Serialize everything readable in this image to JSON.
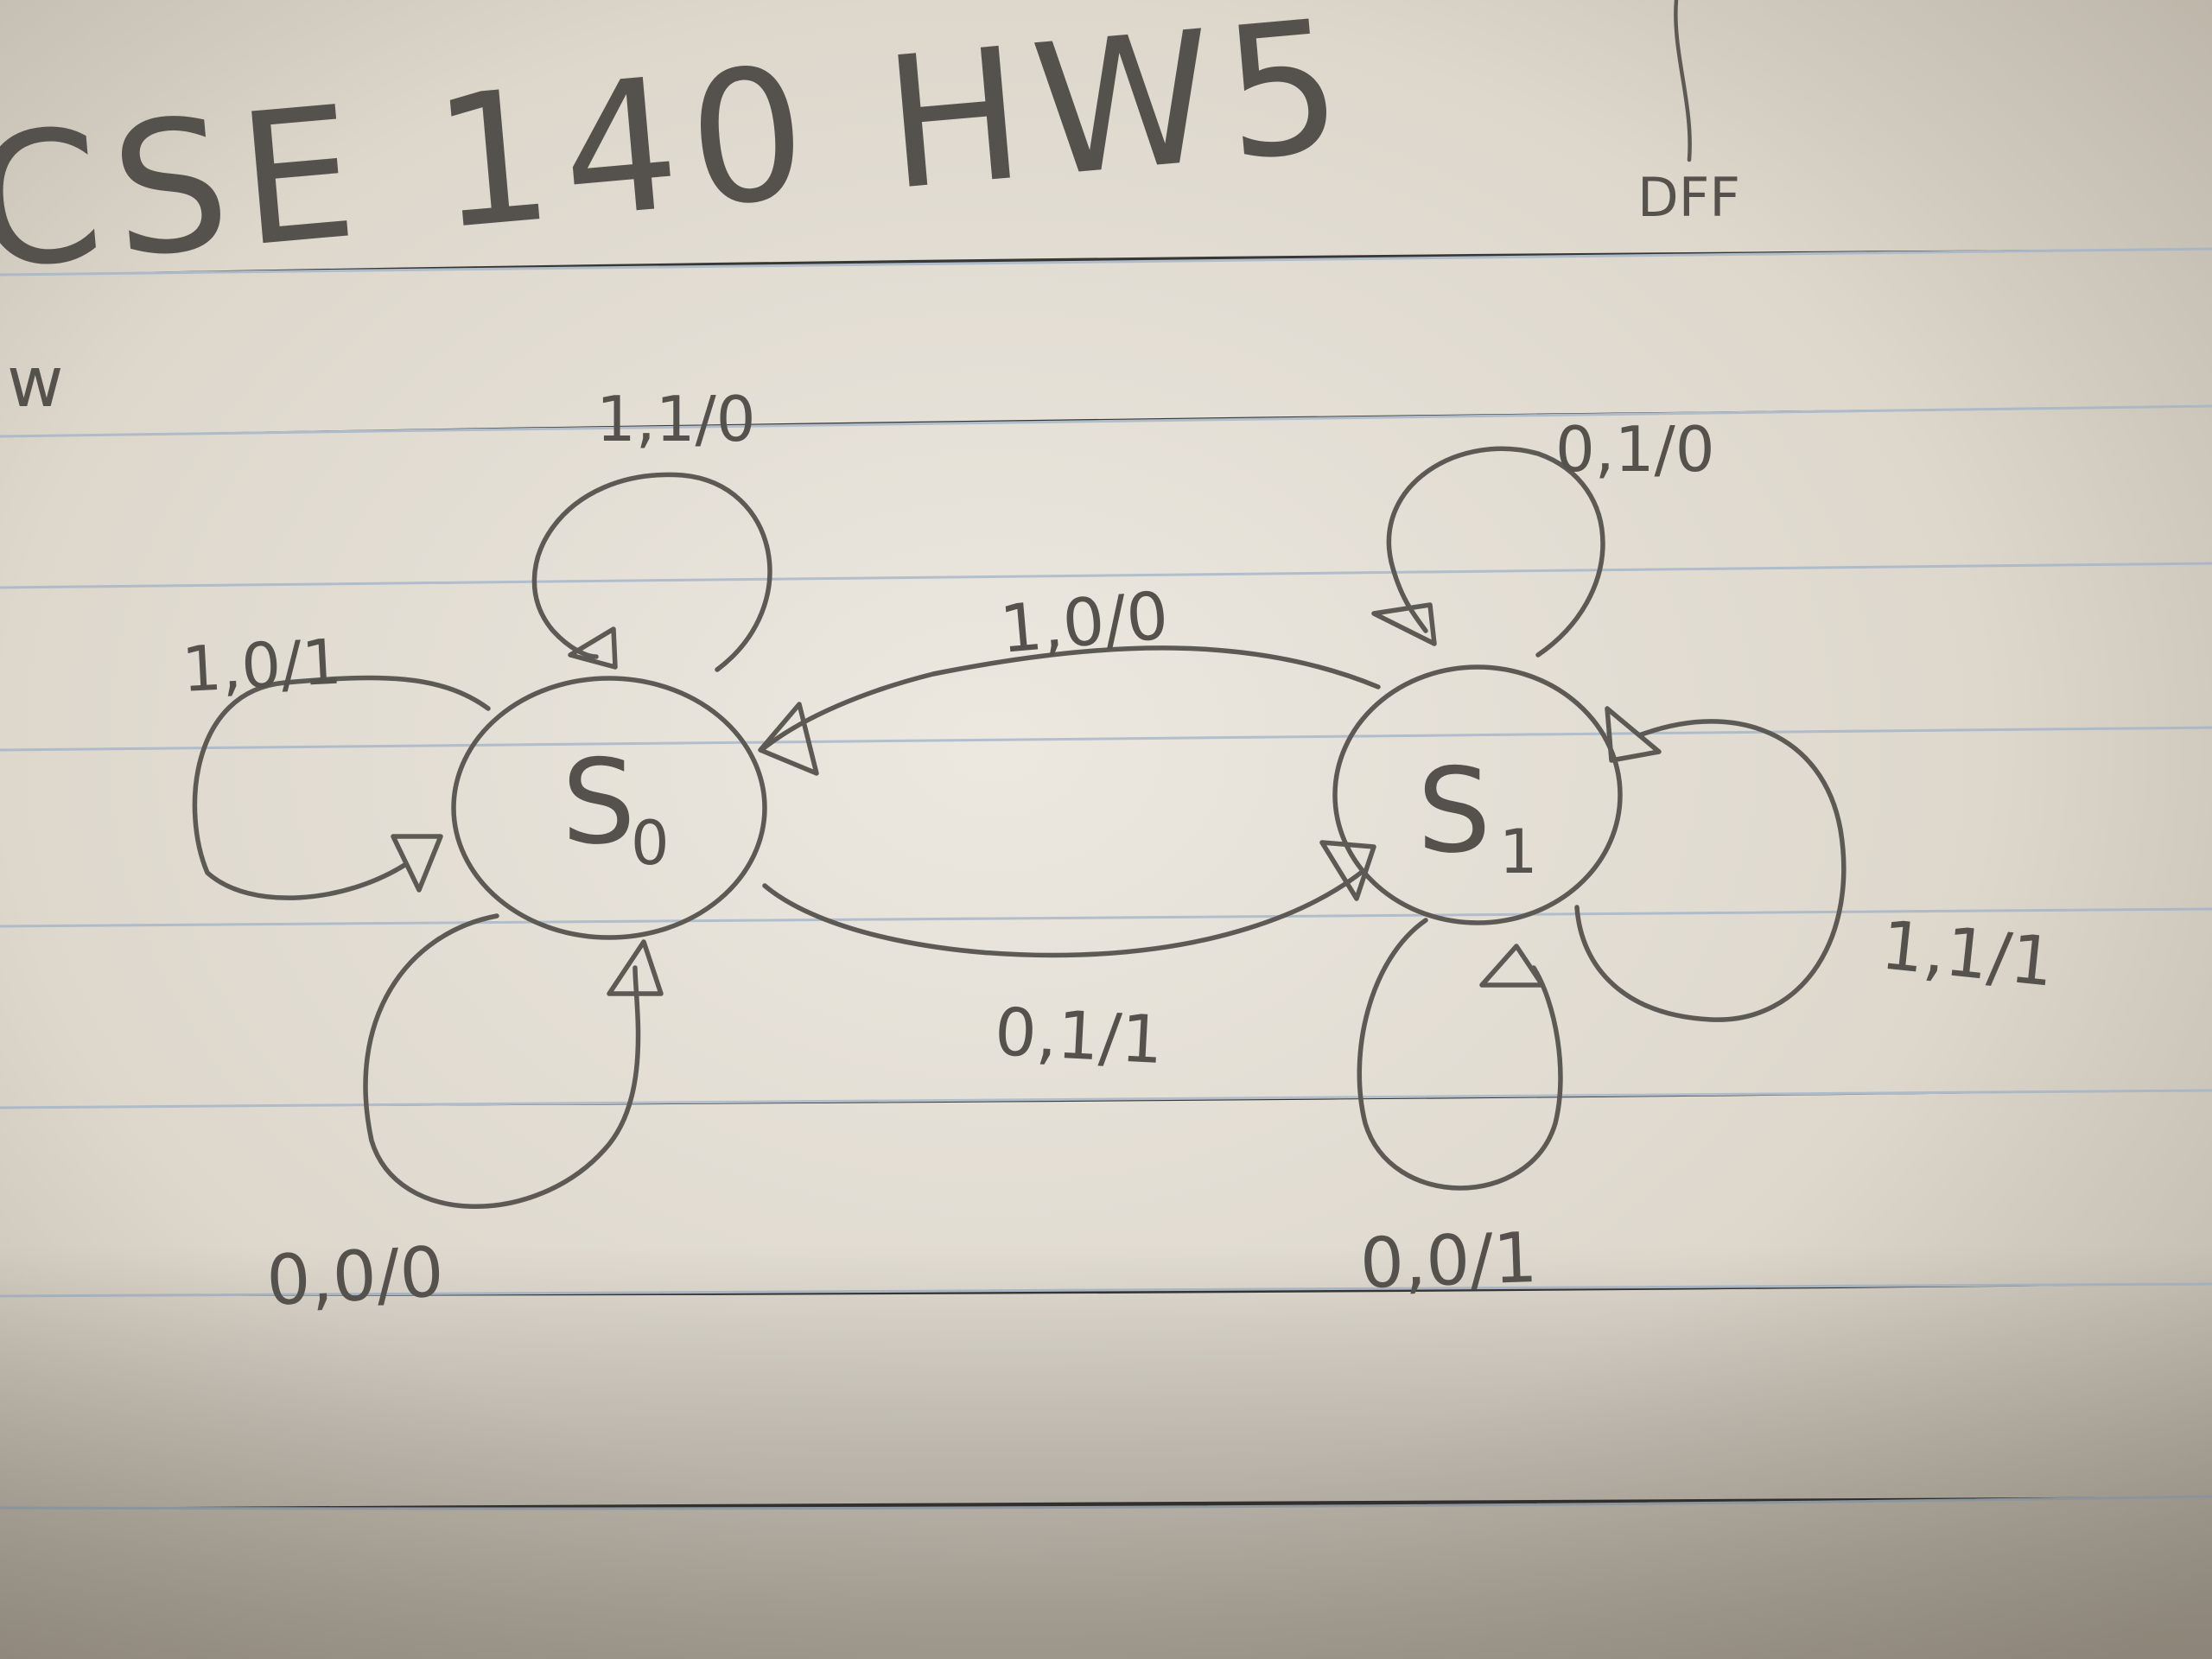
{
  "page": {
    "heading": "CSE 140  HW5",
    "margin_scribble": "w",
    "corner_scribble": "DFF",
    "paper_color": "#e9e5dc",
    "rule_color": "#9fb2c8",
    "pencil_color": "#5d5a55"
  },
  "diagram": {
    "states": [
      {
        "id": "s0",
        "label": "S",
        "subscript": "0"
      },
      {
        "id": "s1",
        "label": "S",
        "subscript": "1"
      }
    ],
    "transitions": [
      {
        "from": "s0",
        "to": "s0",
        "label": "1,1/0"
      },
      {
        "from": "s0",
        "to": "s0",
        "label": "1,0/1"
      },
      {
        "from": "s0",
        "to": "s0",
        "label": "0,0/0"
      },
      {
        "from": "s1",
        "to": "s0",
        "label": "1,0/0"
      },
      {
        "from": "s0",
        "to": "s1",
        "label": "0,1/1"
      },
      {
        "from": "s1",
        "to": "s1",
        "label": "0,1/0"
      },
      {
        "from": "s1",
        "to": "s1",
        "label": "1,1/1"
      },
      {
        "from": "s1",
        "to": "s1",
        "label": "0,0/1"
      }
    ]
  }
}
